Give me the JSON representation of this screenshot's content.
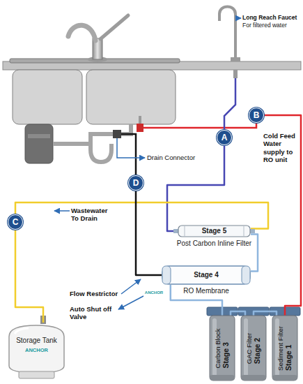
{
  "diagram": {
    "nodes": [
      {
        "text": [
          "B"
        ]
      },
      {
        "text": [
          "A"
        ]
      },
      {
        "text": [
          "D"
        ]
      },
      {
        "text": [
          "C"
        ]
      },
      {
        "text": [
          "Stage 5",
          "Post Carbon Inline Filter"
        ]
      },
      {
        "text": [
          "Stage 4",
          "RO Membrane"
        ]
      },
      {
        "text": [
          "Storage Tank"
        ]
      },
      {
        "text": [
          "Stage 3",
          "Carbon Block"
        ]
      },
      {
        "text": [
          "Stage 2",
          "GAC Filter"
        ]
      },
      {
        "text": [
          "Stage 1",
          "Sediment Filter"
        ]
      }
    ],
    "edges": [
      {
        "from": 1,
        "to": 4,
        "arrow": "none"
      },
      {
        "from": 0,
        "to": 9,
        "arrow": "none"
      },
      {
        "from": 3,
        "to": 6,
        "arrow": "none"
      },
      {
        "from": 3,
        "to": 4,
        "arrow": "none"
      },
      {
        "from": 2,
        "to": 5,
        "arrow": "none"
      },
      {
        "from": 5,
        "to": 4,
        "arrow": "none"
      },
      {
        "from": 7,
        "to": 5,
        "arrow": "none"
      },
      {
        "from": 9,
        "to": 8,
        "arrow": "none"
      },
      {
        "from": 8,
        "to": 7,
        "arrow": "none"
      }
    ],
    "labels": [
      "Long Reach Faucet",
      "For filtered water",
      "Cold Feed Water supply to RO unit",
      "Drain Connector",
      "Wastewater To Drain",
      "Flow Restrictor",
      "ANCHOR",
      "Auto Shut off Valve",
      "ANCHOR"
    ]
  }
}
